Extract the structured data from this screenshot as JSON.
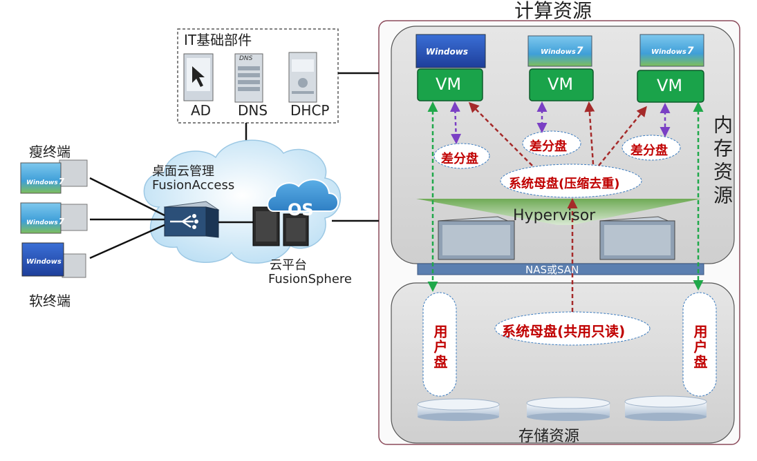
{
  "compute": {
    "title": "计算资源"
  },
  "memory": {
    "label": "内存资源"
  },
  "storage": {
    "label": "存储资源"
  },
  "it_components": {
    "title": "IT基础部件",
    "items": [
      "AD",
      "DNS",
      "DHCP"
    ],
    "dns_icon_text": "DNS"
  },
  "terminals": {
    "thin_label": "瘦终端",
    "soft_label": "软终端"
  },
  "access": {
    "name_cn": "桌面云管理",
    "name_en": "FusionAccess"
  },
  "platform": {
    "name_cn": "云平台",
    "name_en": "FusionSphere",
    "os_label": "OS"
  },
  "vms": [
    "VM",
    "VM",
    "VM"
  ],
  "windows": {
    "brand": "Windows",
    "version": "7",
    "xp_brand": "Windows"
  },
  "diff_disk_label": "差分盘",
  "system_disk_compressed": "系统母盘(压缩去重)",
  "system_disk_shared": "系统母盘(共用只读)",
  "hypervisor": "Hypervisor",
  "nas_san": "NAS或SAN",
  "user_disk": "用户盘",
  "colors": {
    "vm_green": "#1aa34a",
    "arrow_red": "#a52a2a",
    "arrow_purple": "#7a3fc4",
    "arrow_green": "#1fa84a",
    "nas_bar": "#5b7fb0",
    "cloud": "#cfe7f6"
  }
}
